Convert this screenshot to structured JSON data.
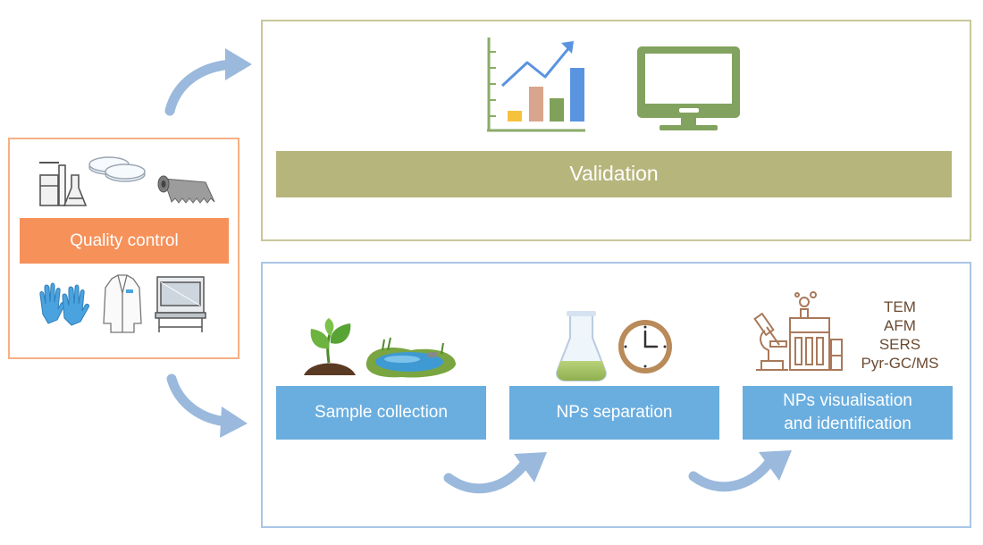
{
  "quality_control": {
    "label": "Quality control",
    "icons_top": [
      "lab-glassware-icon",
      "petri-dish-icon",
      "aluminium-foil-icon"
    ],
    "icons_bottom": [
      "gloves-icon",
      "lab-coat-icon",
      "fume-hood-icon"
    ]
  },
  "validation": {
    "label": "Validation",
    "icons": [
      "bar-chart-trend-icon",
      "computer-monitor-icon"
    ]
  },
  "process": {
    "steps": [
      {
        "label": "Sample collection",
        "icons": [
          "plant-soil-icon",
          "pond-icon"
        ]
      },
      {
        "label": "NPs separation",
        "icons": [
          "flask-icon",
          "clock-icon"
        ]
      },
      {
        "label_line1": "NPs visualisation",
        "label_line2": "and identification",
        "icons": [
          "microscope-lab-equipment-icon"
        ]
      }
    ],
    "techniques": [
      "TEM",
      "AFM",
      "SERS",
      "Pyr-GC/MS"
    ]
  },
  "colors": {
    "qc_border": "#f6b083",
    "qc_fill": "#f6915a",
    "validation_border": "#c9c79a",
    "validation_fill": "#b6b57c",
    "process_border": "#a9c6e6",
    "process_fill": "#6aaedf",
    "arrow": "#9ab9dc",
    "text_dark": "#6b4a32"
  }
}
